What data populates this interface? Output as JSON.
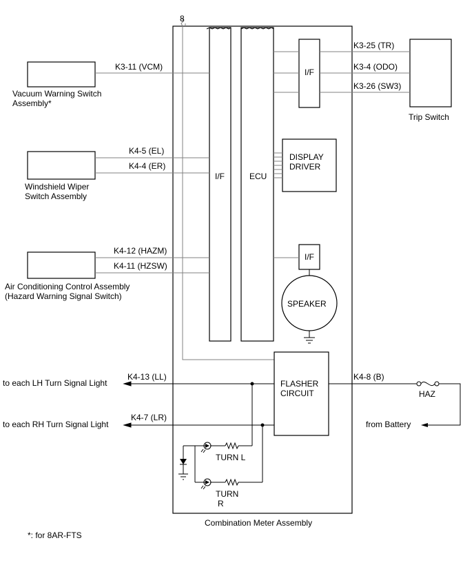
{
  "labels": {
    "pin_8": "8",
    "if_top": "I/F",
    "if_main": "I/F",
    "ecu": "ECU",
    "display_line1": "DISPLAY",
    "display_line2": "DRIVER",
    "if_speaker": "I/F",
    "speaker": "SPEAKER",
    "flasher_line1": "FLASHER",
    "flasher_line2": "CIRCUIT",
    "turn_l": "TURN L",
    "turn_r_line1": "TURN",
    "turn_r_line2": "R",
    "haz": "HAZ"
  },
  "connectors": {
    "vcm": "K3-11 (VCM)",
    "el": "K4-5 (EL)",
    "er": "K4-4 (ER)",
    "hazm": "K4-12 (HAZM)",
    "hzsw": "K4-11 (HZSW)",
    "ll": "K4-13 (LL)",
    "lr": "K4-7 (LR)",
    "tr": "K3-25 (TR)",
    "odo": "K3-4 (ODO)",
    "sw3": "K3-26 (SW3)",
    "b": "K4-8 (B)"
  },
  "components": {
    "vacuum_line1": "Vacuum Warning Switch",
    "vacuum_line2": "Assembly*",
    "wiper_line1": "Windshield Wiper",
    "wiper_line2": "Switch Assembly",
    "ac_line1": "Air Conditioning Control Assembly",
    "ac_line2": "(Hazard Warning Signal Switch)",
    "trip_switch": "Trip Switch",
    "combination_meter": "Combination Meter Assembly"
  },
  "destinations": {
    "lh": "to each LH Turn Signal Light",
    "rh": "to each RH Turn Signal Light",
    "battery": "from Battery"
  },
  "footnote": "*: for 8AR-FTS"
}
